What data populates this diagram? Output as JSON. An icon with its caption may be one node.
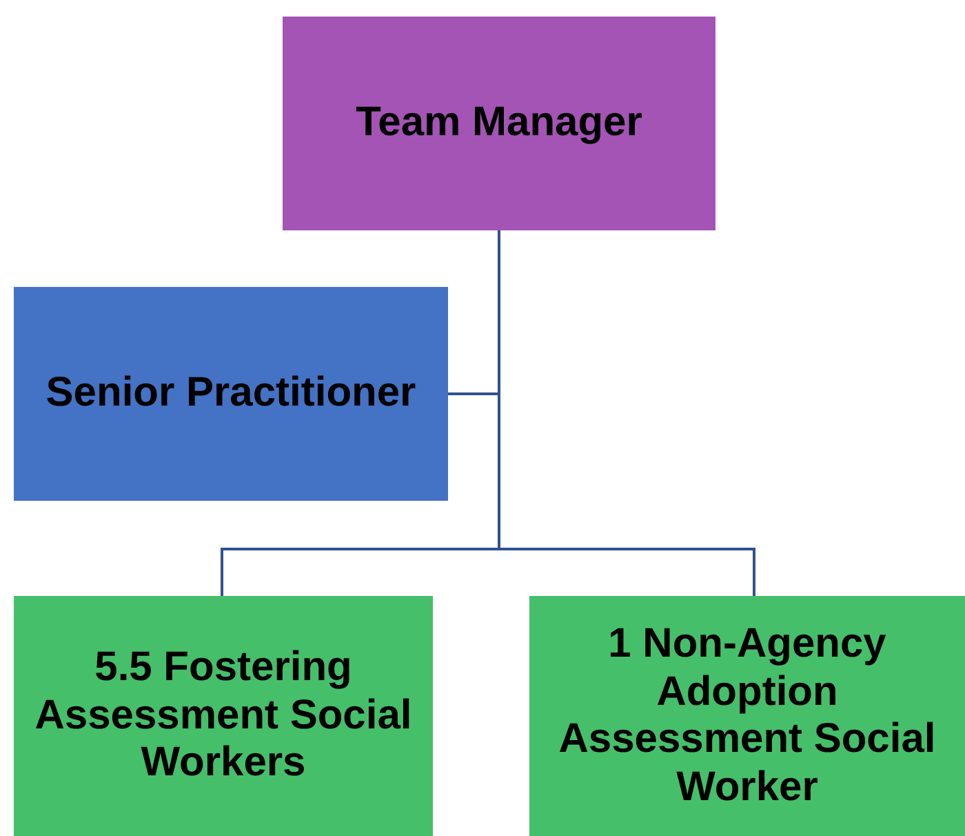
{
  "diagram": {
    "nodes": [
      {
        "text": [
          "Team Manager"
        ]
      },
      {
        "text": [
          "Senior Practitioner"
        ]
      },
      {
        "text": [
          "5.5 Fostering Assessment Social Workers"
        ]
      },
      {
        "text": [
          "1 Non-Agency Adoption Assessment Social Worker"
        ]
      }
    ],
    "edges": [
      {
        "from": 0,
        "to": 1,
        "arrow": "none"
      },
      {
        "from": 0,
        "to": 2,
        "arrow": "none"
      },
      {
        "from": 0,
        "to": 3,
        "arrow": "none"
      }
    ]
  }
}
